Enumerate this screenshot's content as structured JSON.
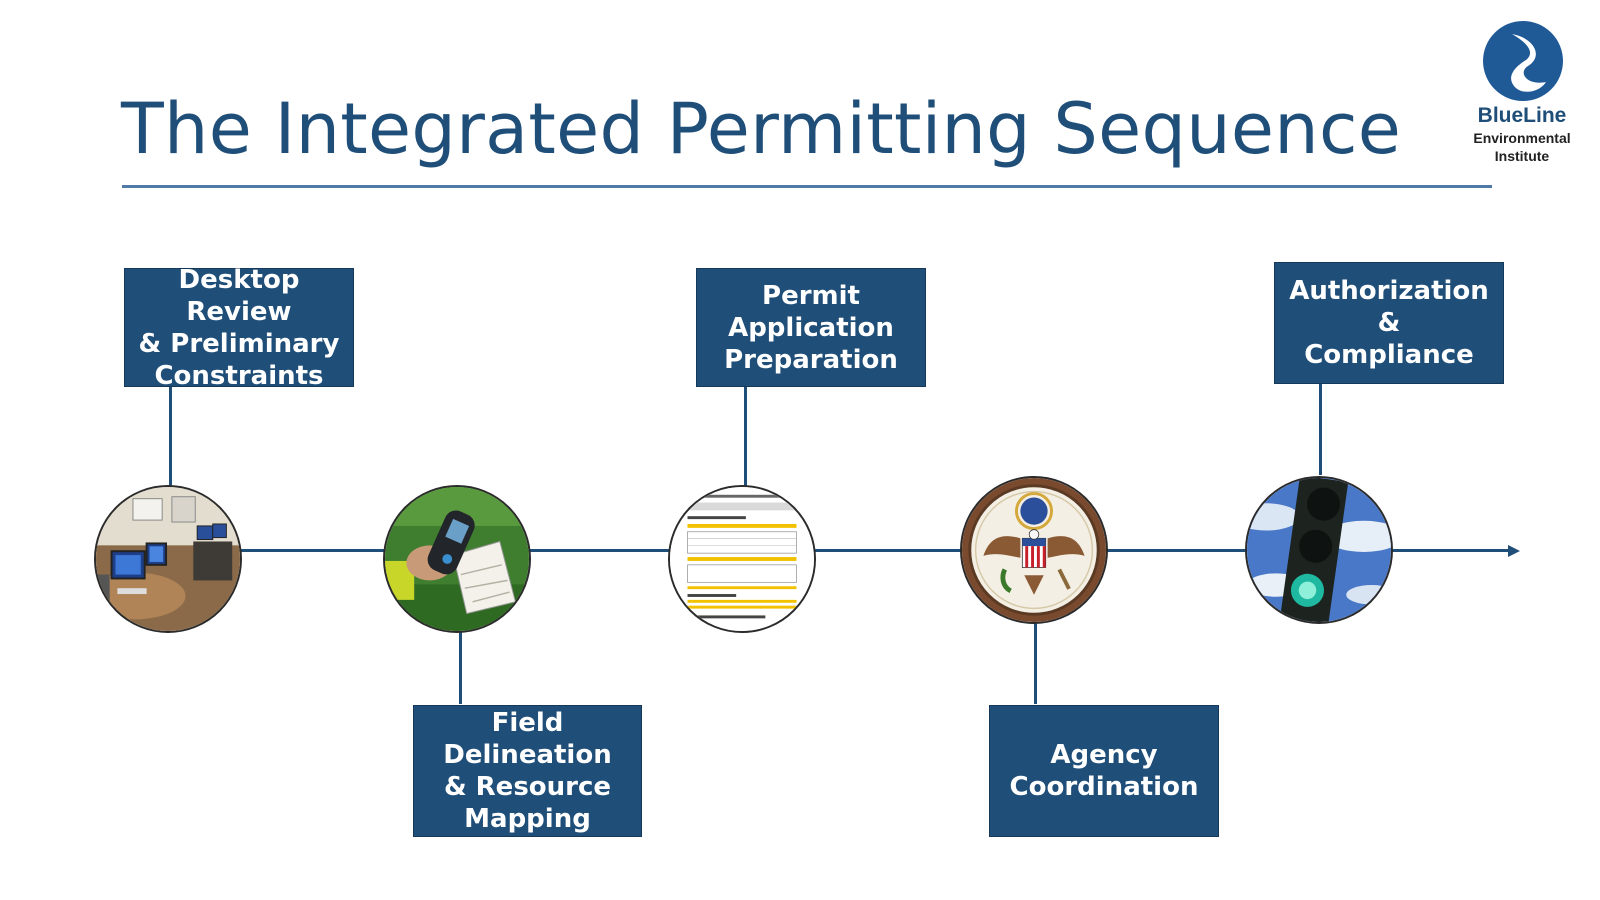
{
  "title": "The Integrated Permitting Sequence",
  "logo": {
    "name": "BlueLine",
    "subtitle_line1": "Environmental",
    "subtitle_line2": "Institute"
  },
  "colors": {
    "primary": "#1f4e79",
    "rule": "#4f7aa8",
    "box_text": "#ffffff"
  },
  "steps": [
    {
      "label": "Desktop Review\n& Preliminary\nConstraints",
      "icon": "computer-lab-icon",
      "position": "above"
    },
    {
      "label": "Field Delineation\n& Resource\nMapping",
      "icon": "gps-field-icon",
      "position": "below"
    },
    {
      "label": "Permit\nApplication\nPreparation",
      "icon": "report-document-icon",
      "position": "above"
    },
    {
      "label": "Agency\nCoordination",
      "icon": "government-seal-icon",
      "position": "below"
    },
    {
      "label": "Authorization &\nCompliance",
      "icon": "traffic-light-icon",
      "position": "above"
    }
  ]
}
